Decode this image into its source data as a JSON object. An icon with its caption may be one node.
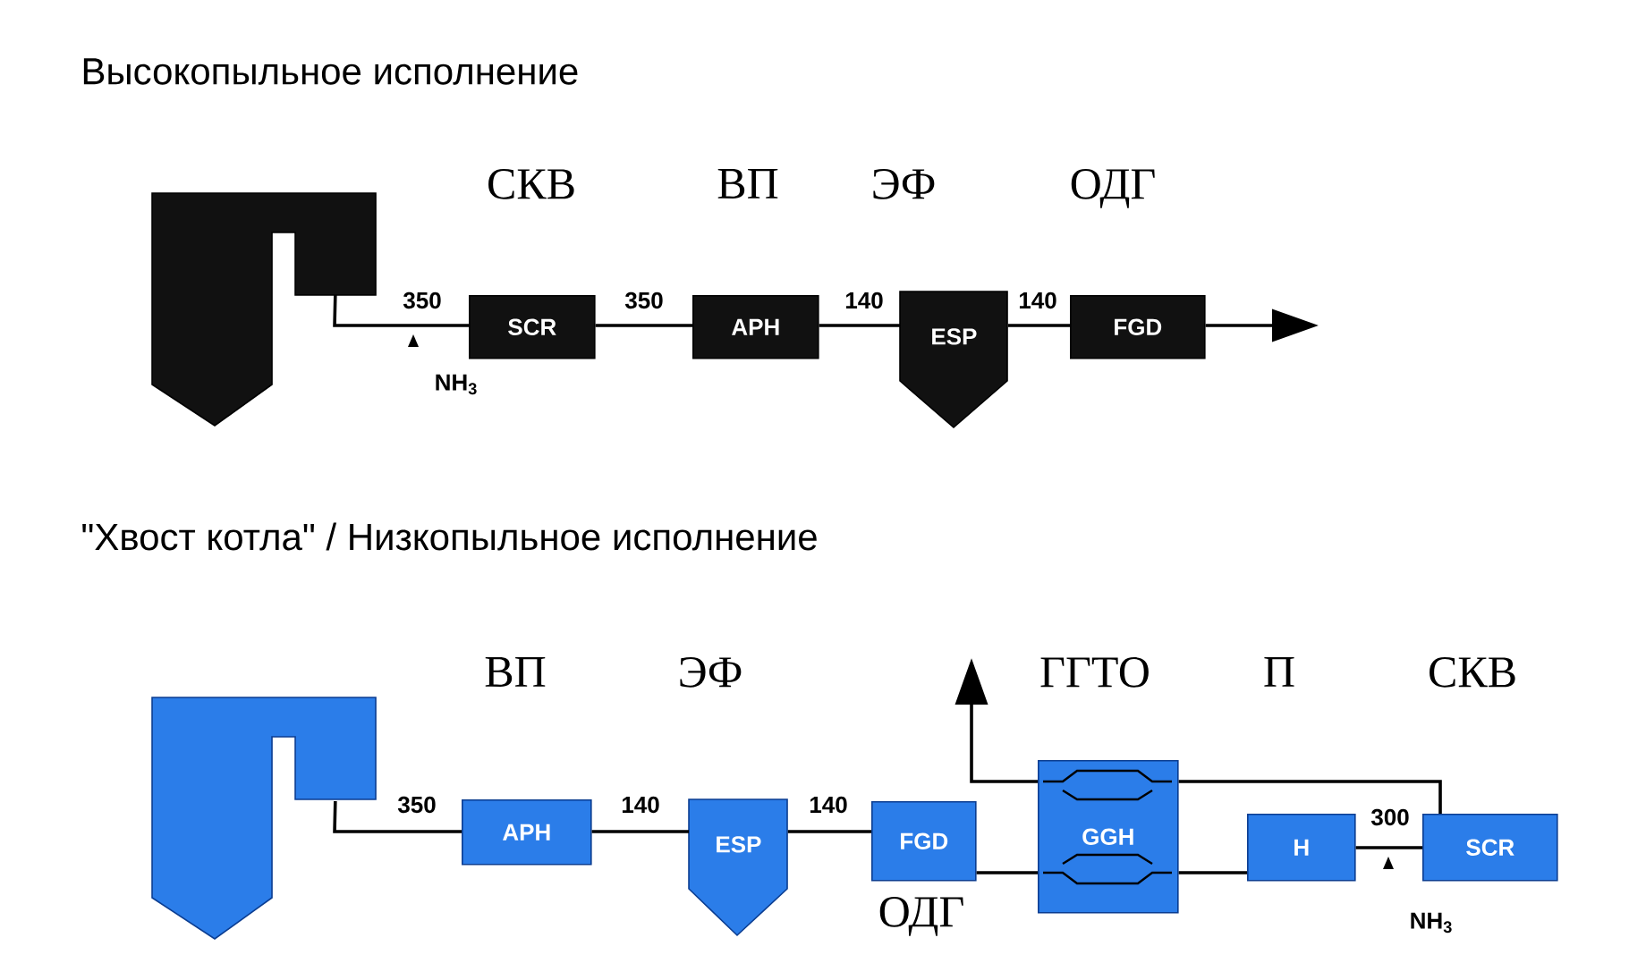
{
  "diagram": {
    "nodes": [
      {
        "text": [],
        "shape": "boiler"
      },
      {
        "text": [
          "SCR"
        ],
        "beside": [
          "СКВ"
        ]
      },
      {
        "text": [
          "APH"
        ],
        "beside": [
          "ВП"
        ]
      },
      {
        "text": [
          "ESP"
        ],
        "beside": [
          "ЭФ"
        ]
      },
      {
        "text": [
          "FGD"
        ],
        "beside": [
          "ОДГ"
        ]
      },
      {
        "text": [],
        "shape": "boiler"
      },
      {
        "text": [
          "APH"
        ],
        "beside": [
          "ВП"
        ]
      },
      {
        "text": [
          "ESP"
        ],
        "beside": [
          "ЭФ"
        ]
      },
      {
        "text": [
          "FGD"
        ],
        "beside": [
          "ОДГ"
        ]
      },
      {
        "text": [
          "GGH"
        ],
        "beside": [
          "ГГТО"
        ]
      },
      {
        "text": [
          "H"
        ],
        "beside": [
          "П"
        ]
      },
      {
        "text": [
          "SCR"
        ],
        "beside": [
          "СКВ"
        ]
      }
    ],
    "edges": [
      {
        "from": 0,
        "to": 1,
        "arrow": "none",
        "label": "350"
      },
      {
        "from": 1,
        "to": 2,
        "arrow": "none",
        "label": "350"
      },
      {
        "from": 2,
        "to": 3,
        "arrow": "none",
        "label": "140"
      },
      {
        "from": 3,
        "to": 4,
        "arrow": "none",
        "label": "140"
      },
      {
        "from": 4,
        "to": null,
        "arrow": "to"
      },
      {
        "from": 5,
        "to": 6,
        "arrow": "none",
        "label": "350"
      },
      {
        "from": 6,
        "to": 7,
        "arrow": "none",
        "label": "140"
      },
      {
        "from": 7,
        "to": 8,
        "arrow": "none",
        "label": "140"
      },
      {
        "from": 8,
        "to": 9,
        "arrow": "none"
      },
      {
        "from": 9,
        "to": 10,
        "arrow": "none"
      },
      {
        "from": 10,
        "to": 11,
        "arrow": "none",
        "label": "300"
      },
      {
        "from": 11,
        "to": 9,
        "arrow": "none"
      },
      {
        "from": 9,
        "to": null,
        "arrow": "to"
      }
    ],
    "labels": [
      "Высокопыльное исполнение",
      "NH$_{3}$",
      "\"Хвост котла\" / Низкопыльное исполнение",
      "NH$_{3}$"
    ]
  }
}
